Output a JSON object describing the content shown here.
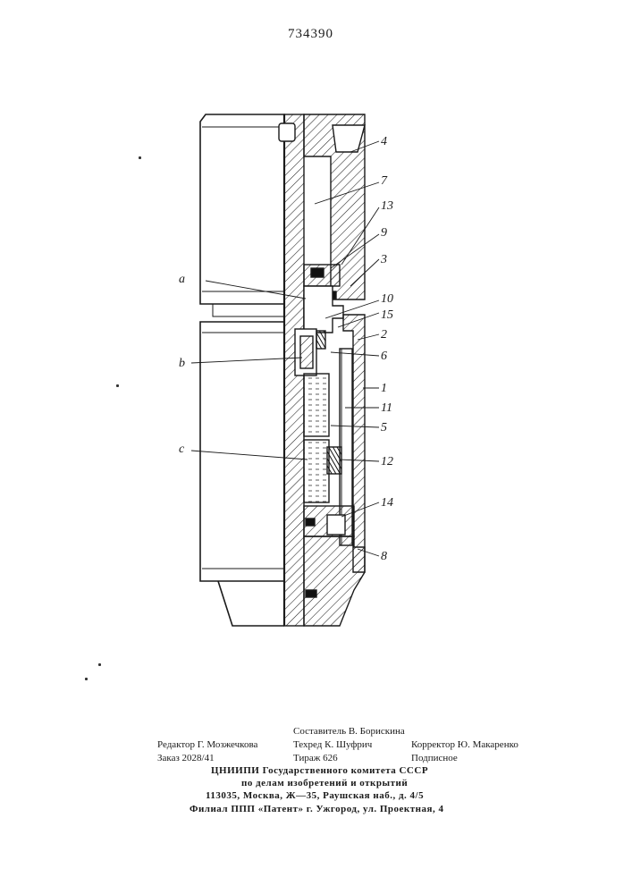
{
  "patent_number": "734390",
  "drawing": {
    "callouts": [
      "4",
      "7",
      "13",
      "9",
      "3",
      "a",
      "10",
      "15",
      "2",
      "b",
      "6",
      "1",
      "11",
      "5",
      "c",
      "12",
      "14",
      "8"
    ]
  },
  "colophon": {
    "compiler": "Составитель В. Борискина",
    "editor": "Редактор Г. Мозжечкова",
    "techred": "Техред К. Шуфрич",
    "corrector": "Корректор Ю. Макаренко",
    "order": "Заказ 2028/41",
    "circulation": "Тираж 626",
    "subscription": "Подписное",
    "institute": "ЦНИИПИ Государственного комитета СССР",
    "institute_line2": "по делам изобретений и открытий",
    "address": "113035, Москва, Ж—35, Раушская наб., д. 4/5",
    "branch": "Филиал ППП «Патент» г. Ужгород, ул. Проектная, 4"
  }
}
